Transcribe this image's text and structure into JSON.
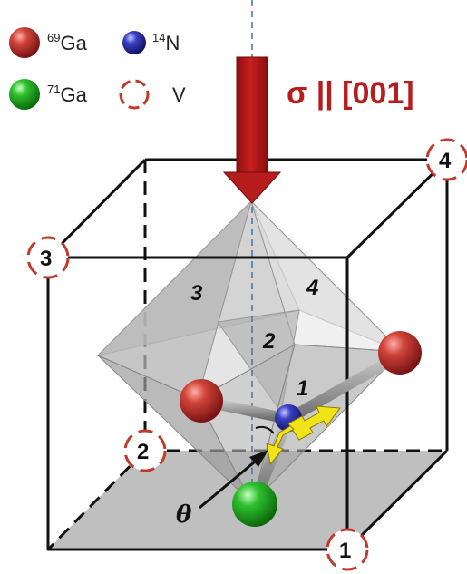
{
  "legend": {
    "ga69": {
      "sup": "69",
      "label": "Ga",
      "color": "#c0392b"
    },
    "n14": {
      "sup": "14",
      "label": "N",
      "color": "#2c2fa8"
    },
    "ga71": {
      "sup": "71",
      "label": "Ga",
      "color": "#2bb52b"
    },
    "vacancy": {
      "label": "V",
      "color": "#c0392b"
    }
  },
  "stress": {
    "label": "σ || [001]",
    "color": "#b81d1d"
  },
  "sites": {
    "s1": "1",
    "s2": "2",
    "s3": "3",
    "s4": "4"
  },
  "faces": {
    "f1": "1",
    "f2": "2",
    "f3": "3",
    "f4": "4"
  },
  "angle_label": "θ",
  "colors": {
    "arrow_yellow": "#f2e21a",
    "face_gray": "#9a9a9a"
  }
}
